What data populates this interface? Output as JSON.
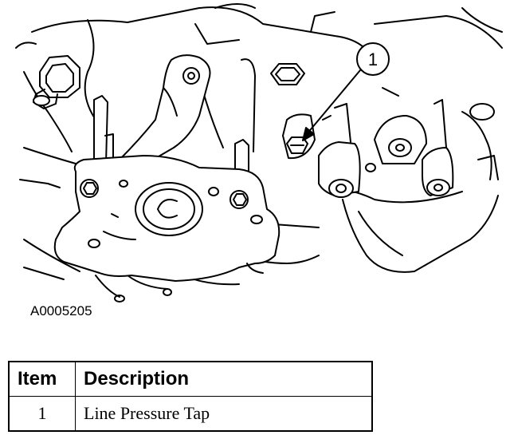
{
  "figure": {
    "callout": "1",
    "figure_id": "A0005205"
  },
  "legend": {
    "headers": [
      "Item",
      "Description"
    ],
    "rows": [
      {
        "item": "1",
        "description": "Line Pressure Tap"
      }
    ]
  }
}
